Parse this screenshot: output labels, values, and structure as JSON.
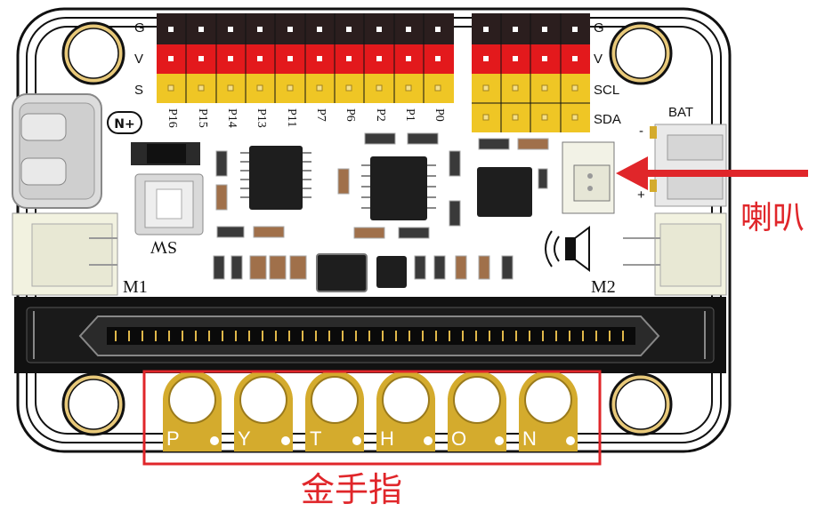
{
  "header_rows": {
    "left_labels": [
      "G",
      "V",
      "S"
    ],
    "right_labels": [
      "G",
      "V",
      "SCL",
      "SDA"
    ]
  },
  "pins": [
    "P16",
    "P15",
    "P14",
    "P13",
    "P11",
    "P7",
    "P6",
    "P2",
    "P1",
    "P0"
  ],
  "battery": {
    "label": "BAT",
    "minus": "-",
    "plus": "+"
  },
  "switch_label": "SW",
  "motors": {
    "left": "M1",
    "right": "M2"
  },
  "gold_finger_letters": [
    "P",
    "Y",
    "T",
    "H",
    "O",
    "N"
  ],
  "callouts": {
    "speaker": "喇叭",
    "gold_finger": "金手指"
  },
  "colors": {
    "gnd_row": "#2b1e1e",
    "vcc_row": "#e3191c",
    "sig_row": "#efc625",
    "gold": "#d4ab2d",
    "annotation": "#e0262a"
  }
}
